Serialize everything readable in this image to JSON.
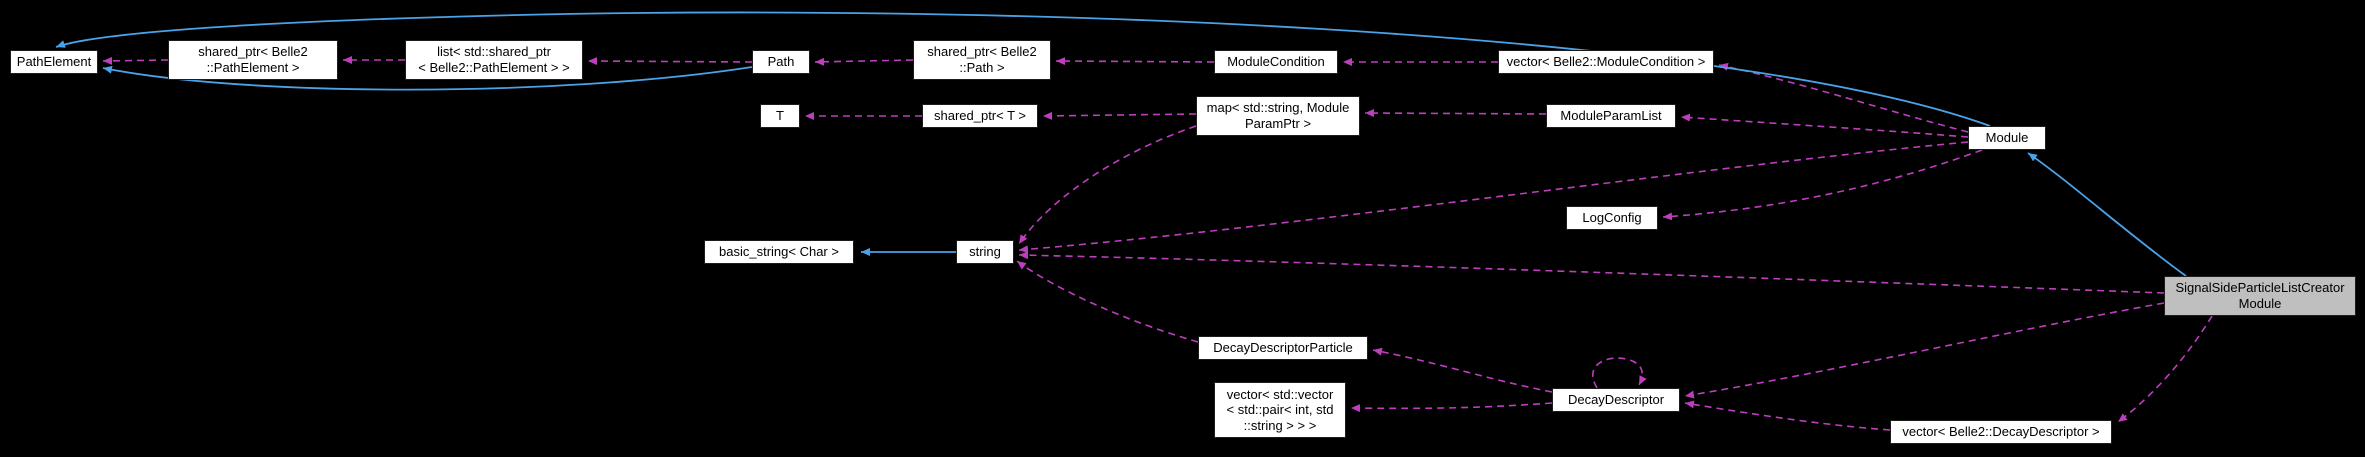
{
  "diagram": {
    "type": "doxygen-collaboration-graph",
    "colors": {
      "background": "#000000",
      "node_fill": "#ffffff",
      "node_text": "#000000",
      "highlight_fill": "#bfbfbf",
      "edge_uses": "#bd3fbd",
      "edge_inherits": "#4aa2e8"
    }
  },
  "nodes": {
    "pathelement": {
      "label": "PathElement"
    },
    "sp_pathelement": {
      "label": "shared_ptr< Belle2\n::PathElement >"
    },
    "list_sp_pathelement": {
      "label": "list< std::shared_ptr\n< Belle2::PathElement > >"
    },
    "path": {
      "label": "Path"
    },
    "sp_path": {
      "label": "shared_ptr< Belle2\n::Path >"
    },
    "modulecondition": {
      "label": "ModuleCondition"
    },
    "vec_modulecondition": {
      "label": "vector< Belle2::ModuleCondition >"
    },
    "t": {
      "label": "T"
    },
    "sp_t": {
      "label": "shared_ptr< T >"
    },
    "map_moduleparamptr": {
      "label": "map< std::string, Module\nParamPtr >"
    },
    "moduleparamlist": {
      "label": "ModuleParamList"
    },
    "module": {
      "label": "Module"
    },
    "logconfig": {
      "label": "LogConfig"
    },
    "basic_string": {
      "label": "basic_string< Char >"
    },
    "string": {
      "label": "string"
    },
    "decaydescriptorparticle": {
      "label": "DecayDescriptorParticle"
    },
    "vec_vec_pair": {
      "label": "vector< std::vector\n< std::pair< int, std\n::string > > >"
    },
    "decaydescriptor": {
      "label": "DecayDescriptor"
    },
    "signalside_module": {
      "label": "SignalSideParticleListCreator\nModule"
    },
    "vec_decaydescriptor": {
      "label": "vector< Belle2::DecayDescriptor >"
    }
  },
  "edges": [
    {
      "from": "sp_pathelement",
      "to": "pathelement",
      "relation": "uses"
    },
    {
      "from": "list_sp_pathelement",
      "to": "sp_pathelement",
      "relation": "uses"
    },
    {
      "from": "path",
      "to": "list_sp_pathelement",
      "relation": "uses"
    },
    {
      "from": "sp_path",
      "to": "path",
      "relation": "uses"
    },
    {
      "from": "modulecondition",
      "to": "sp_path",
      "relation": "uses"
    },
    {
      "from": "vec_modulecondition",
      "to": "modulecondition",
      "relation": "uses"
    },
    {
      "from": "module",
      "to": "vec_modulecondition",
      "relation": "uses"
    },
    {
      "from": "sp_t",
      "to": "t",
      "relation": "uses"
    },
    {
      "from": "map_moduleparamptr",
      "to": "sp_t",
      "relation": "uses"
    },
    {
      "from": "moduleparamlist",
      "to": "map_moduleparamptr",
      "relation": "uses"
    },
    {
      "from": "module",
      "to": "moduleparamlist",
      "relation": "uses"
    },
    {
      "from": "module",
      "to": "logconfig",
      "relation": "uses"
    },
    {
      "from": "map_moduleparamptr",
      "to": "string",
      "relation": "uses"
    },
    {
      "from": "module",
      "to": "string",
      "relation": "uses"
    },
    {
      "from": "signalside_module",
      "to": "string",
      "relation": "uses"
    },
    {
      "from": "decaydescriptorparticle",
      "to": "string",
      "relation": "uses"
    },
    {
      "from": "decaydescriptor",
      "to": "decaydescriptorparticle",
      "relation": "uses"
    },
    {
      "from": "decaydescriptor",
      "to": "vec_vec_pair",
      "relation": "uses"
    },
    {
      "from": "vec_decaydescriptor",
      "to": "decaydescriptor",
      "relation": "uses"
    },
    {
      "from": "signalside_module",
      "to": "decaydescriptor",
      "relation": "uses"
    },
    {
      "from": "signalside_module",
      "to": "vec_decaydescriptor",
      "relation": "uses"
    },
    {
      "from": "decaydescriptor",
      "to": "decaydescriptor",
      "relation": "uses-self"
    },
    {
      "from": "string",
      "to": "basic_string",
      "relation": "inherits"
    },
    {
      "from": "path",
      "to": "pathelement",
      "relation": "inherits"
    },
    {
      "from": "module",
      "to": "pathelement",
      "relation": "inherits"
    },
    {
      "from": "signalside_module",
      "to": "module",
      "relation": "inherits"
    }
  ]
}
